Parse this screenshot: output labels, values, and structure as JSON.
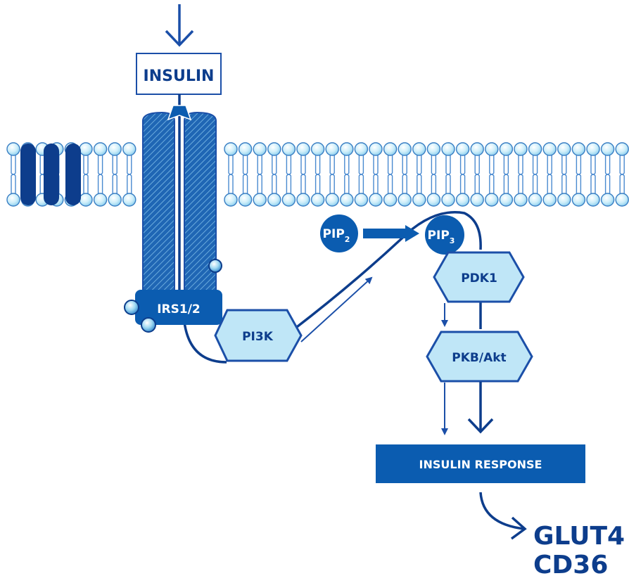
{
  "labels": {
    "insulin": "INSULIN",
    "irs": "IRS1/2",
    "pi3k": "PI3K",
    "pip2": "PIP",
    "pip2_sub": "2",
    "pip3": "PIP",
    "pip3_sub": "3",
    "pdk1": "PDK1",
    "pkb": "PKB/Akt",
    "response": "INSULIN RESPONSE",
    "glut4": "GLUT4",
    "cd36": "CD36"
  },
  "colors": {
    "dark_blue": "#0b5cb0",
    "navy": "#0d3d8c",
    "light_blue": "#bfe6f7",
    "lipid_head": "#cdeefa",
    "outline": "#1b4fa8"
  }
}
